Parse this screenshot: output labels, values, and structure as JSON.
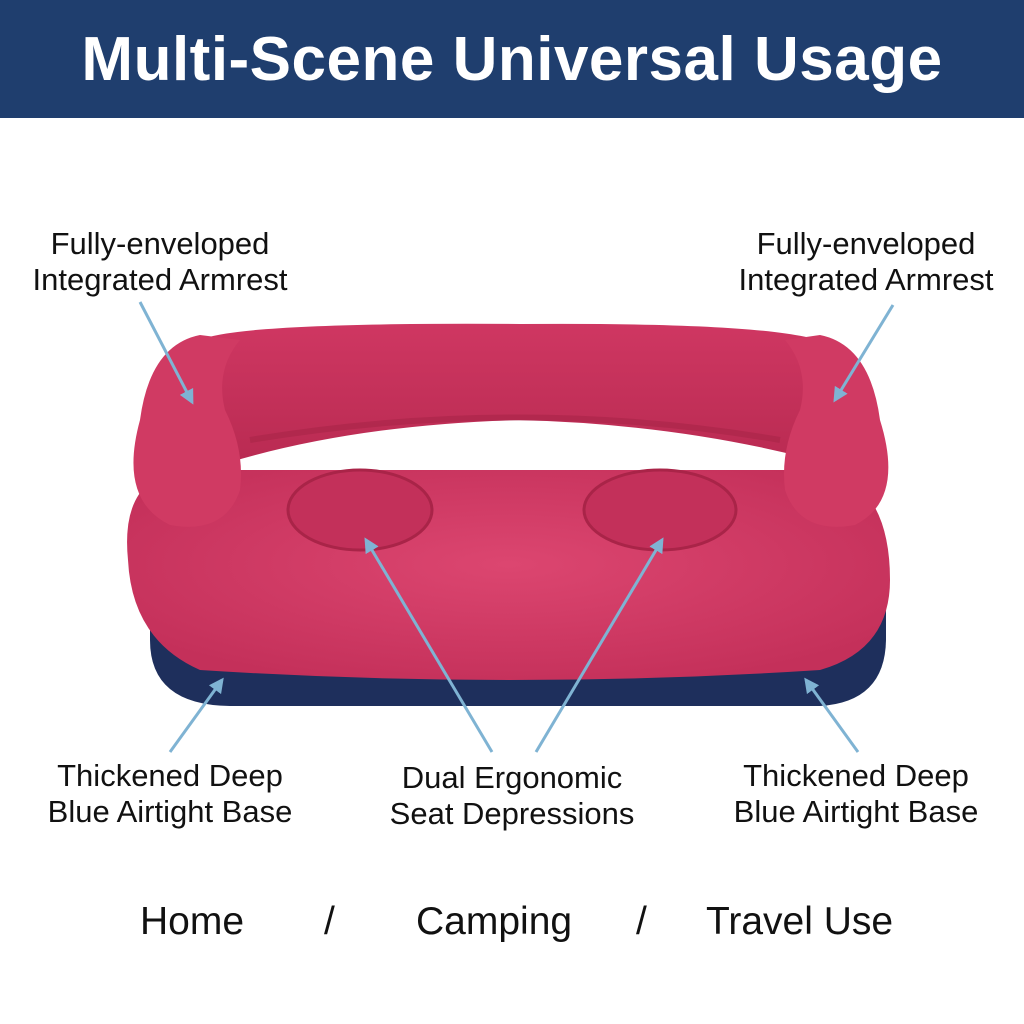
{
  "title": "Multi-Scene Universal Usage",
  "colors": {
    "banner": "#1f3e6e",
    "sofa": "#d43a63",
    "sofa_shadow": "#a92448",
    "base": "#1e2f5c",
    "arrow": "#7fb3d3"
  },
  "callouts": {
    "armrest_left": [
      "Fully-enveloped",
      "Integrated Armrest"
    ],
    "armrest_right": [
      "Fully-enveloped",
      "Integrated Armrest"
    ],
    "base_left": [
      "Thickened Deep",
      "Blue Airtight Base"
    ],
    "seats": [
      "Dual Ergonomic",
      "Seat Depressions"
    ],
    "base_right": [
      "Thickened Deep",
      "Blue Airtight Base"
    ]
  },
  "footer": {
    "items": [
      "Home",
      "Camping",
      "Travel Use"
    ],
    "separator": "/"
  },
  "product_image": "inflatable-red-sofa-image"
}
